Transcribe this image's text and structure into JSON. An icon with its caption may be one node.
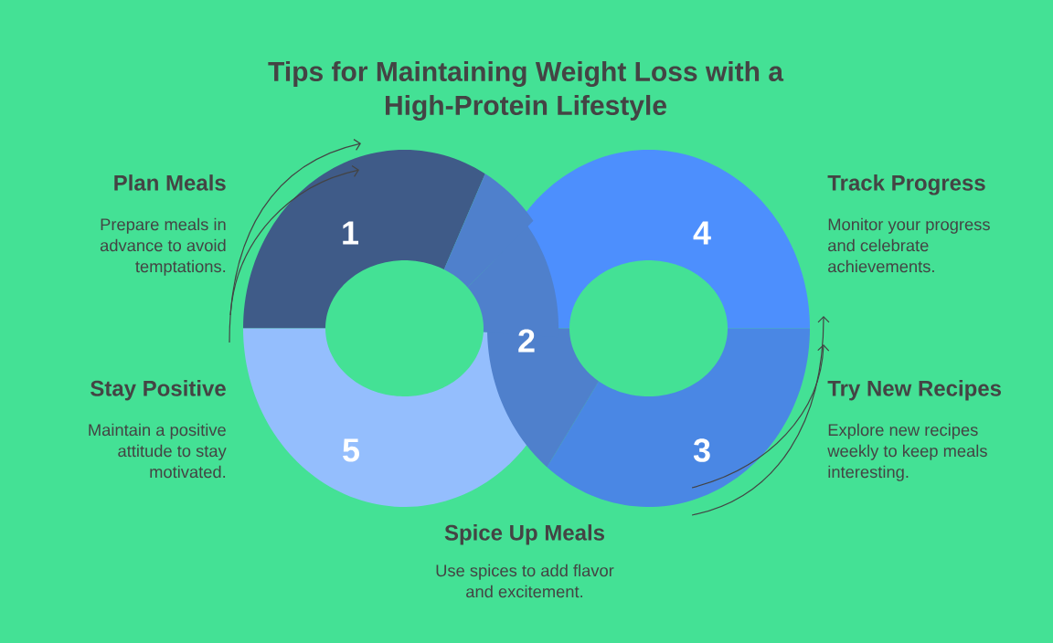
{
  "diagram": {
    "title": "Tips for Maintaining Weight Loss with a High-Protein Lifestyle",
    "nodes": [
      {
        "text": [
          "1"
        ],
        "beside": [
          "Plan Meals",
          "Prepare meals in advance to avoid temptations."
        ]
      },
      {
        "text": [
          "2"
        ],
        "beside": [
          "Spice Up Meals",
          "Use spices to add flavor and excitement."
        ]
      },
      {
        "text": [
          "3"
        ],
        "beside": [
          "Try New Recipes",
          "Explore new recipes weekly to keep meals interesting."
        ]
      },
      {
        "text": [
          "4"
        ],
        "beside": [
          "Track Progress",
          "Monitor your progress and celebrate achievements."
        ]
      },
      {
        "text": [
          "5"
        ],
        "beside": [
          "Stay Positive",
          "Maintain a positive attitude to stay motivated."
        ]
      }
    ]
  }
}
